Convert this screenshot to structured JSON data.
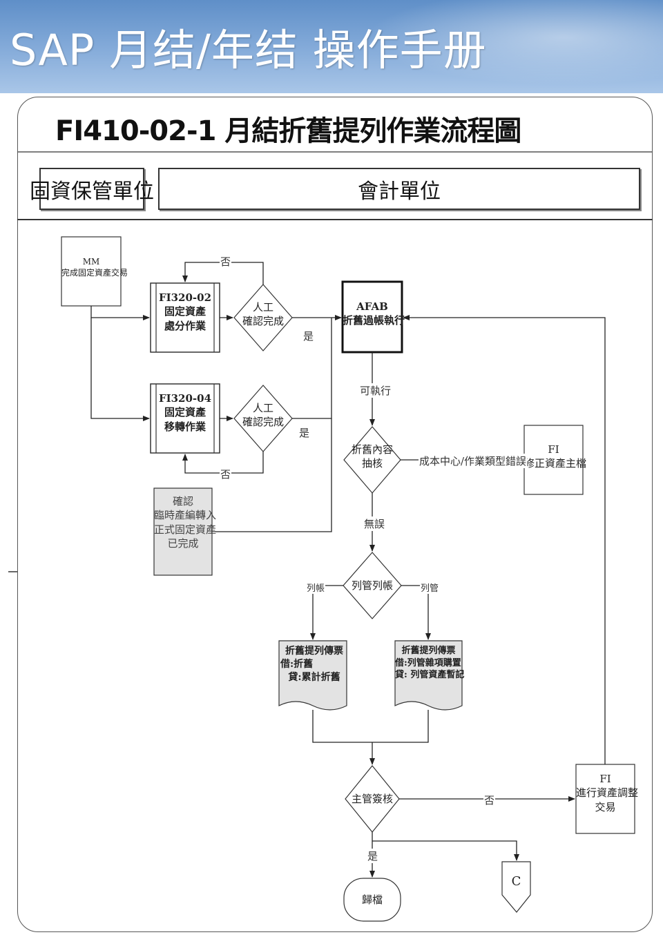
{
  "header": {
    "title": "SAP 月结/年结 操作手册"
  },
  "document": {
    "title": "FI410-02-1 月結折舊提列作業流程圖"
  },
  "lanes": {
    "left": "固資保管單位",
    "right": "會計單位"
  },
  "nodes": {
    "mm": {
      "line1": "MM",
      "line2": "完成固定資產交易"
    },
    "fi320_02": {
      "line1": "FI320-02",
      "line2": "固定資產",
      "line3": "處分作業"
    },
    "check1": {
      "line1": "人工",
      "line2": "確認完成"
    },
    "fi320_04": {
      "line1": "FI320-04",
      "line2": "固定資產",
      "line3": "移轉作業"
    },
    "check2": {
      "line1": "人工",
      "line2": "確認完成"
    },
    "confirm": {
      "line1": "確認",
      "line2": "臨時產編轉入",
      "line3": "正式固定資產",
      "line4": "已完成"
    },
    "afab": {
      "line1": "AFAB",
      "line2": "折舊過帳執行"
    },
    "audit": {
      "line1": "折舊內容",
      "line2": "抽核"
    },
    "fix_master": {
      "line1": "FI",
      "line2": "修正資產主檔"
    },
    "split": {
      "line1": "列管列帳"
    },
    "doc_a": {
      "line1": "折舊提列傳票",
      "line2": "借:折舊",
      "line3": "貸:累計折舊"
    },
    "doc_b": {
      "line1": "折舊提列傳票",
      "line2": "借:列管雜項購置",
      "line3": "貸: 列管資產暫記"
    },
    "approve": {
      "line1": "主管簽核"
    },
    "adjust": {
      "line1": "FI",
      "line2": "進行資產調整",
      "line3": "交易"
    },
    "archive": {
      "line1": "歸檔"
    },
    "connector": {
      "line1": "C"
    }
  },
  "edges": {
    "no1": "否",
    "yes1": "是",
    "yes2": "是",
    "no2": "否",
    "executable": "可執行",
    "error": "成本中心/作業類型錯誤",
    "ok": "無誤",
    "to_books": "列帳",
    "to_controlled": "列管",
    "reject": "否",
    "approved": "是"
  },
  "colors": {
    "banner": "#6f9bd0",
    "gray_box": "#e3e3e3"
  }
}
